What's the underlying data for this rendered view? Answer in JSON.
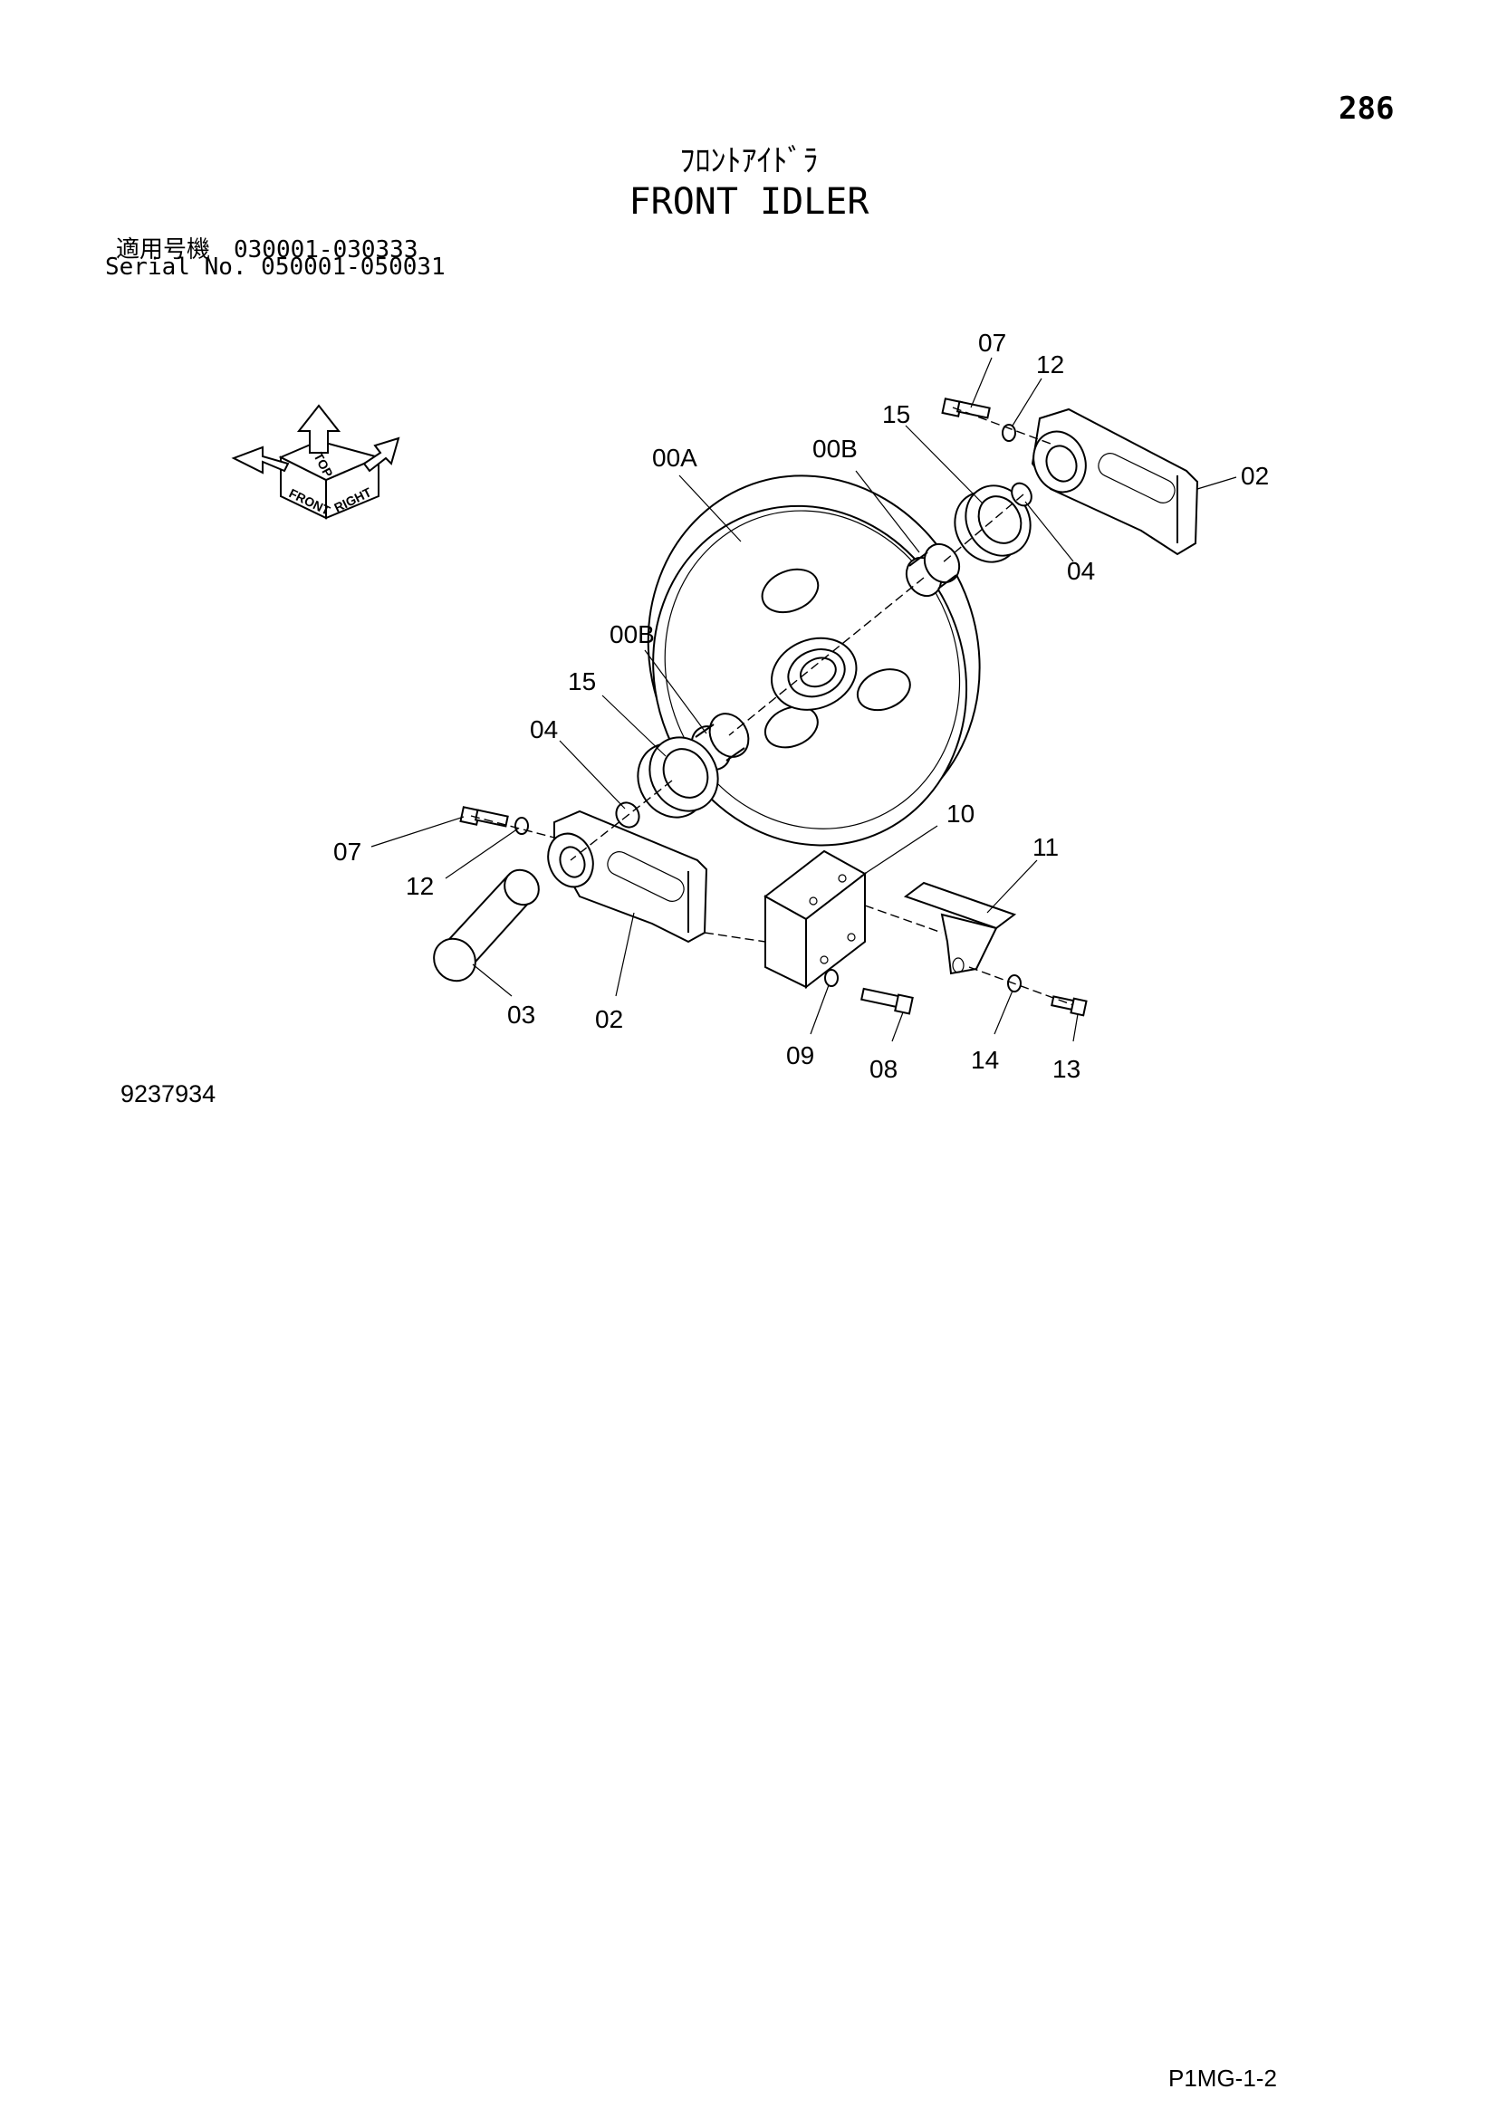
{
  "header": {
    "page_number": "286",
    "title_jp": "ﾌﾛﾝﾄｱｲﾄﾞﾗ",
    "title_en": "FRONT IDLER",
    "serial_line_1": "適用号機　030001-030333",
    "serial_line_2": "Serial No. 050001-050031"
  },
  "orientation": {
    "front": "FRONT",
    "top": "TOP",
    "right": "RIGHT"
  },
  "callouts": {
    "c07_top": "07",
    "c12_top": "12",
    "c15_top": "15",
    "c00B_top": "00B",
    "c00A": "00A",
    "c02_right": "02",
    "c04_right": "04",
    "c00B_left": "00B",
    "c15_left": "15",
    "c04_left": "04",
    "c07_left": "07",
    "c12_left": "12",
    "c10": "10",
    "c11": "11",
    "c03": "03",
    "c02_left": "02",
    "c09": "09",
    "c08": "08",
    "c14": "14",
    "c13": "13"
  },
  "footer": {
    "drawing_number": "9237934",
    "page_code": "P1MG-1-2"
  }
}
